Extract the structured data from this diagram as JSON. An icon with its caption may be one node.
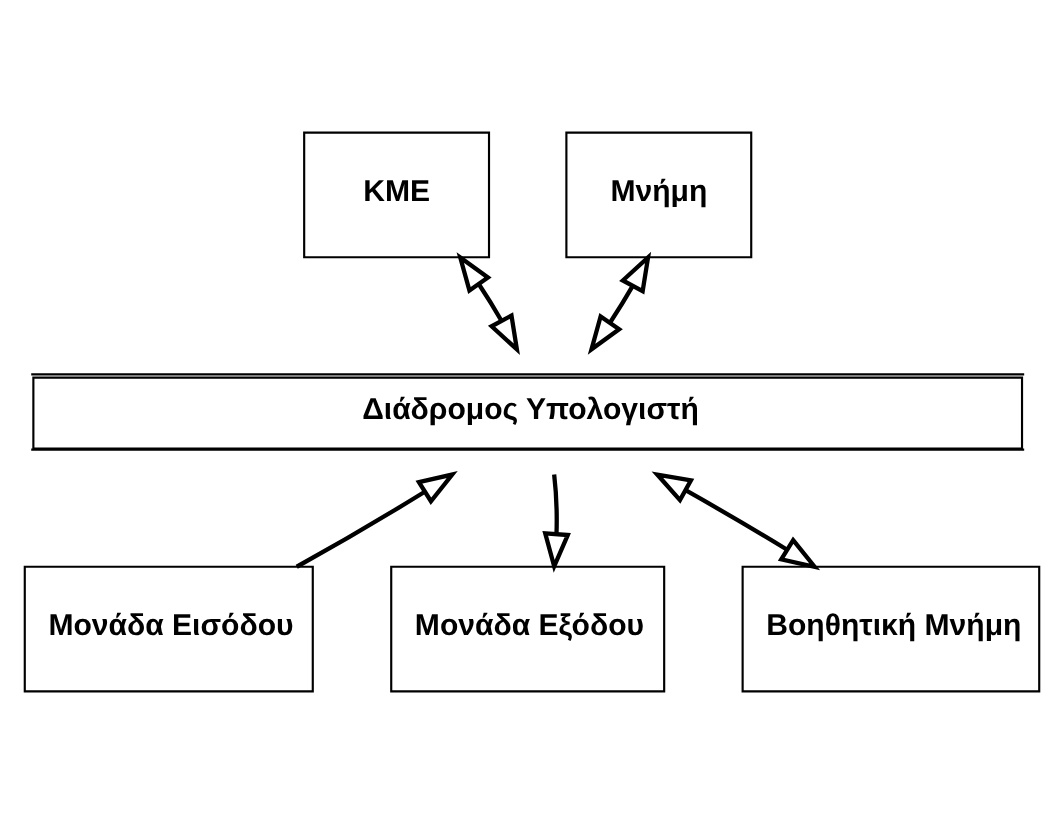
{
  "diagram": {
    "nodes": [
      {
        "text": [
          "ΚΜΕ"
        ]
      },
      {
        "text": [
          "Μνήμη"
        ]
      },
      {
        "text": [
          "Διάδρομος Υπολογιστή"
        ]
      },
      {
        "text": [
          "Μονάδα Εισόδου"
        ]
      },
      {
        "text": [
          "Μονάδα Εξόδου"
        ]
      },
      {
        "text": [
          "Βοηθητική Μνήμη"
        ]
      }
    ],
    "edges": [
      {
        "from": 0,
        "to": 2,
        "arrow": "both"
      },
      {
        "from": 1,
        "to": 2,
        "arrow": "both"
      },
      {
        "from": 3,
        "to": 2,
        "arrow": "to"
      },
      {
        "from": 2,
        "to": 4,
        "arrow": "to"
      },
      {
        "from": 5,
        "to": 2,
        "arrow": "both"
      }
    ]
  }
}
